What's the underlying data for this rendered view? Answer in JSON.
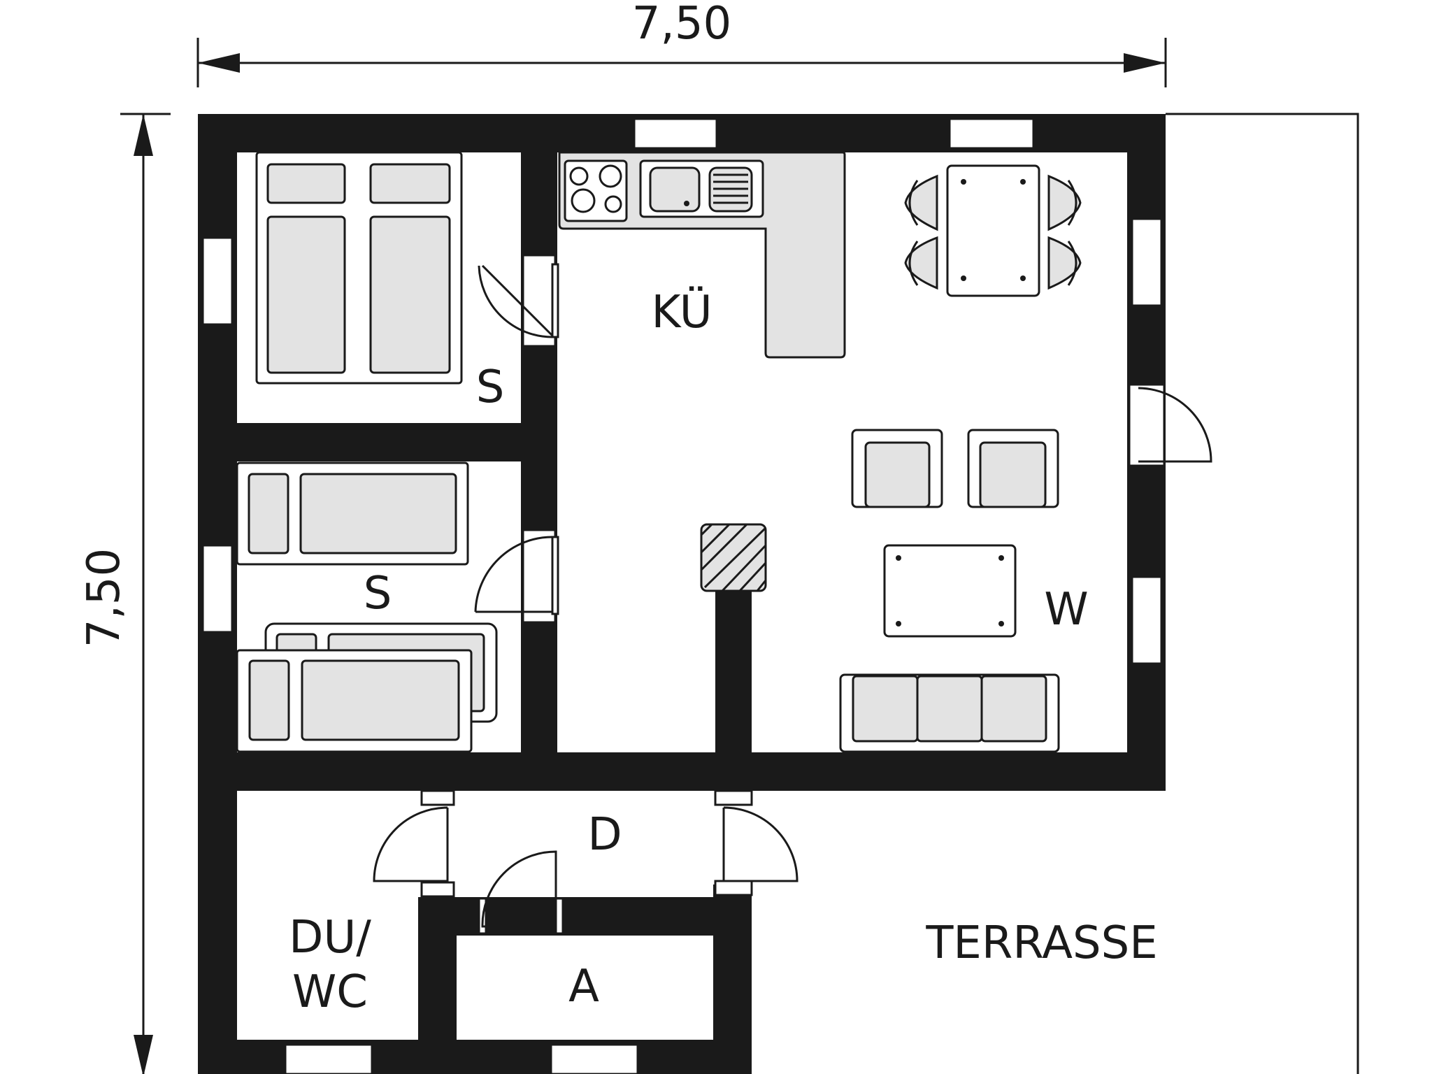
{
  "dimensions": {
    "width_label": "7,50",
    "height_label": "7,50"
  },
  "rooms": {
    "kitchen": "KÜ",
    "bedroom_1": "S",
    "bedroom_2": "S",
    "living": "W",
    "hall": "D",
    "bath_line1": "DU/",
    "bath_line2": "WC",
    "storage": "A",
    "terrace": "TERRASSE"
  },
  "colors": {
    "wall": "#1a1a1a",
    "furniture_fill": "#e3e3e3",
    "background": "#ffffff"
  }
}
